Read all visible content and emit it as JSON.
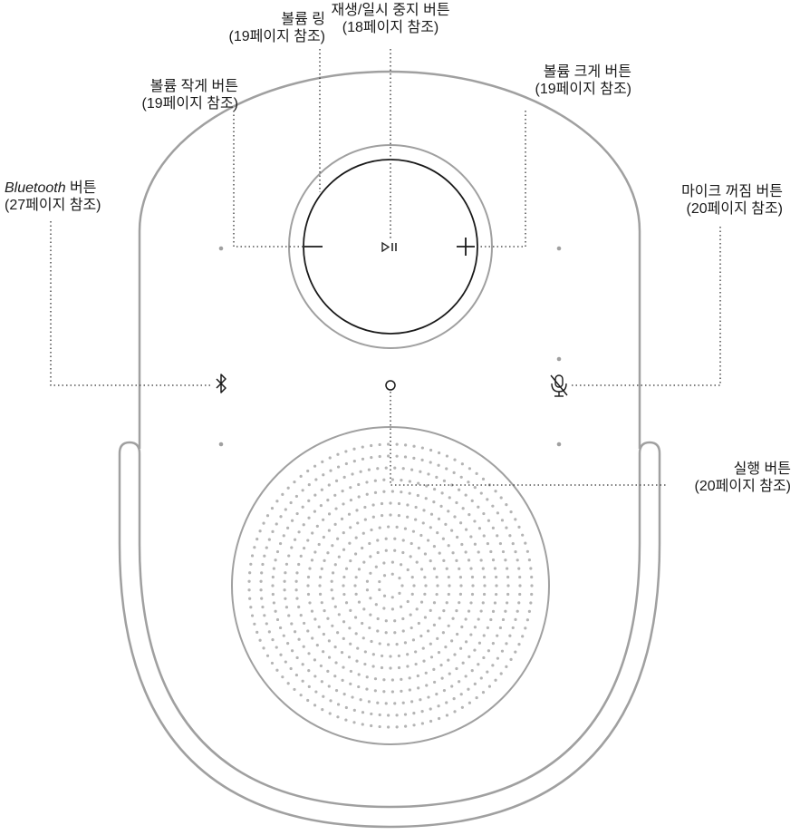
{
  "callouts": {
    "volume_ring": {
      "name": "볼륨 링",
      "ref": "(19페이지 참조)"
    },
    "play_pause": {
      "name": "재생/일시 중지 버튼",
      "ref": "(18페이지 참조)"
    },
    "volume_down": {
      "name": "볼륨 작게 버튼",
      "ref": "(19페이지 참조)"
    },
    "volume_up": {
      "name": "볼륨 크게 버튼",
      "ref": "(19페이지 참조)"
    },
    "bluetooth": {
      "name_italic": "Bluetooth",
      "name_rest": " 버튼",
      "ref": "(27페이지 참조)"
    },
    "mic_off": {
      "name": "마이크 꺼짐 버튼",
      "ref": "(20페이지 참조)"
    },
    "action": {
      "name": "실행 버튼",
      "ref": "(20페이지 참조)"
    }
  },
  "icons": {
    "volume_down": "minus-icon",
    "volume_up": "plus-icon",
    "play_pause": "play-pause-icon",
    "bluetooth": "bluetooth-icon",
    "mic_off": "mic-off-icon",
    "action": "action-dot-icon"
  },
  "colors": {
    "outline": "#9a9a9a",
    "button_ring": "#1a1a1a",
    "leader": "#333333",
    "text": "#1a1a1a"
  }
}
